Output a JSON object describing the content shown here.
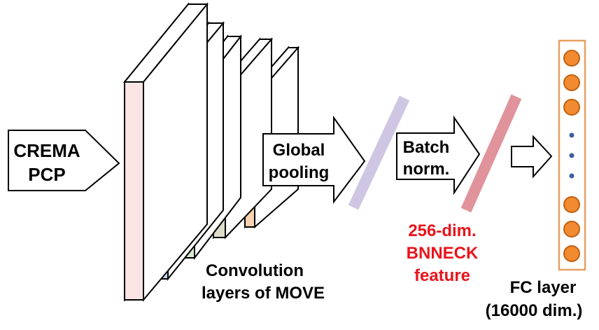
{
  "input": {
    "line1": "CREMA",
    "line2": "PCP"
  },
  "conv": {
    "line1": "Convolution",
    "line2": "layers of MOVE",
    "layer_colors": [
      "#fbe4e4",
      "#c9d7f5",
      "#d6ead0",
      "#dcdcc8",
      "#f9d2b0"
    ]
  },
  "pooling": {
    "line1": "Global",
    "line2": "pooling",
    "bar_color": "#cfc6e4"
  },
  "batchnorm": {
    "line1": "Batch",
    "line2": "norm.",
    "bar_color": "#e0939a"
  },
  "feature": {
    "line1": "256-dim.",
    "line2": "BNNECK",
    "line3": "feature",
    "color": "#e8141b"
  },
  "fc": {
    "line1": "FC layer",
    "line2": "(16000 dim.)",
    "node_color": "#f28a30",
    "border_color": "#e6a060",
    "dot_color": "#3b5fa0"
  }
}
